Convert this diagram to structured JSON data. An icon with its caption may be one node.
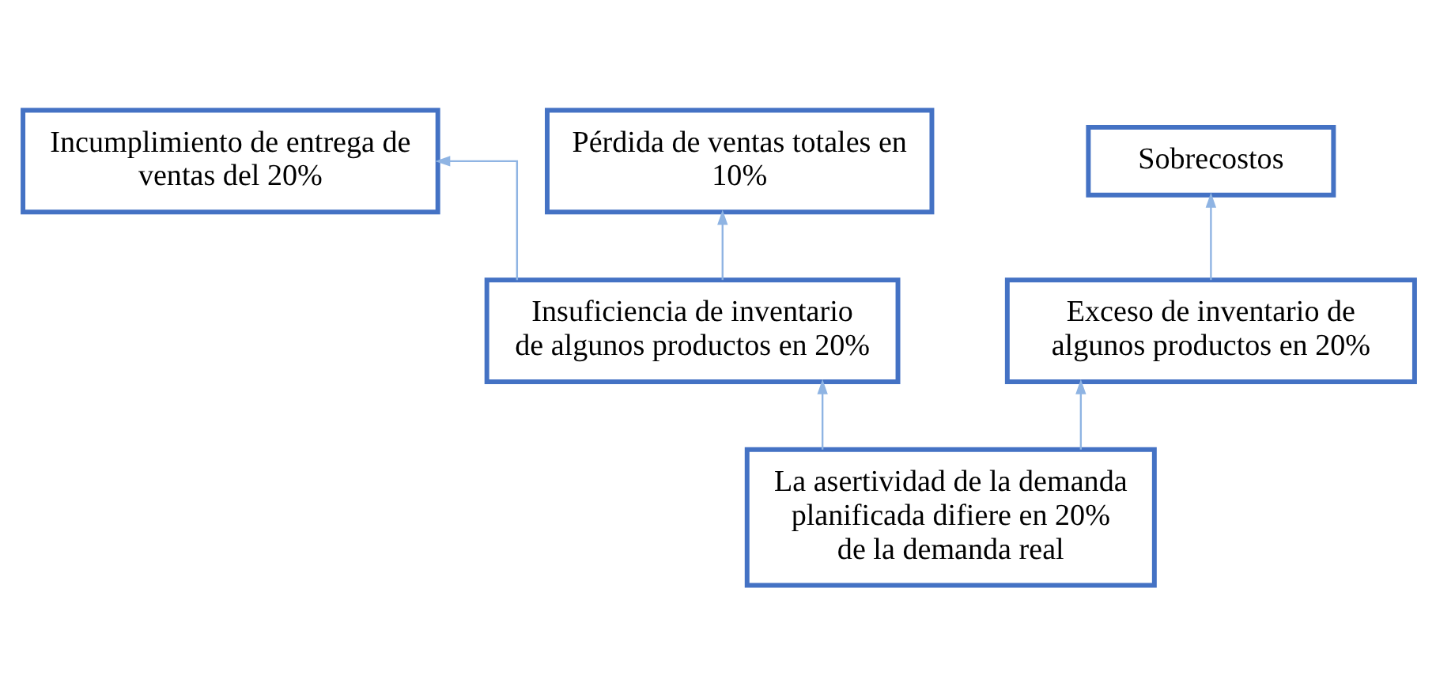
{
  "diagram": {
    "nodes": [
      {
        "text": [
          "Incumplimiento de entrega de ventas del 20%"
        ]
      },
      {
        "text": [
          "Pérdida de ventas totales en 10%"
        ]
      },
      {
        "text": [
          "Sobrecostos"
        ]
      },
      {
        "text": [
          "Insuficiencia de inventario de algunos productos en 20%"
        ]
      },
      {
        "text": [
          "Exceso de inventario de algunos productos en 20%"
        ]
      },
      {
        "text": [
          "La asertividad de la demanda planificada difiere en 20% de la demanda real"
        ]
      }
    ],
    "edges": [
      {
        "from": 5,
        "to": 3,
        "arrow": "to"
      },
      {
        "from": 5,
        "to": 4,
        "arrow": "to"
      },
      {
        "from": 3,
        "to": 0,
        "arrow": "to"
      },
      {
        "from": 3,
        "to": 1,
        "arrow": "to"
      },
      {
        "from": 4,
        "to": 2,
        "arrow": "to"
      }
    ]
  }
}
